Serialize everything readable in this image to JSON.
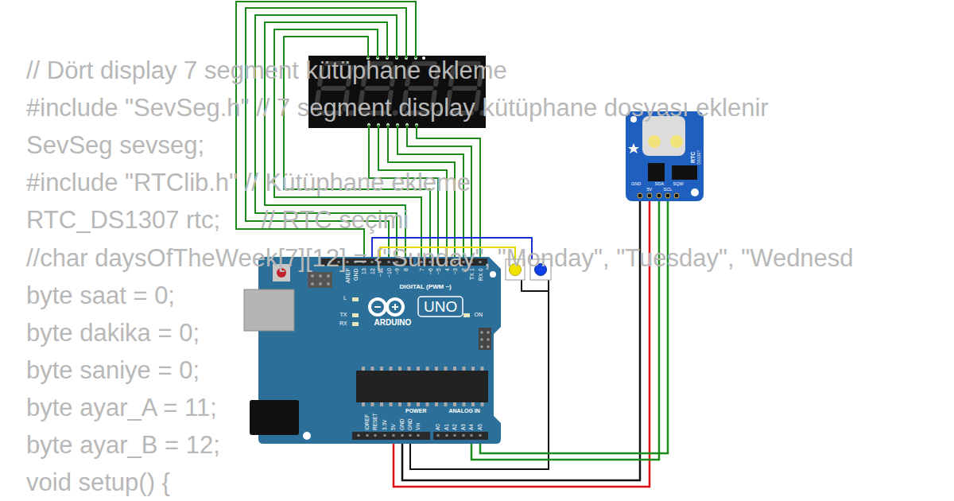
{
  "diagram": {
    "nodes": [
      {
        "text": [
          "AREF",
          "GND",
          "13",
          "12",
          "~11",
          "~10",
          "~9",
          "8",
          "7",
          "~6",
          "~5",
          "4",
          "~3",
          "2",
          "TX 1",
          "RX 0",
          "DIGITAL (PWM ~)",
          "L",
          "TX",
          "RX",
          "UNO",
          "ARDUINO",
          "ON",
          "IOREF",
          "RESET",
          "3.3V",
          "5V",
          "GND",
          "GND",
          "Vin",
          "POWER",
          "ANALOG IN",
          "A0",
          "A1",
          "A2",
          "A3",
          "A4",
          "A5"
        ]
      },
      {
        "text": [
          "RTC",
          "DS1307",
          "GND",
          "5V",
          "SDA",
          "SCL",
          "SQW"
        ]
      }
    ],
    "edges": [
      {
        "from": 1,
        "to": 0,
        "arrow": "none"
      },
      {
        "from": 1,
        "to": 0,
        "arrow": "none"
      },
      {
        "from": 1,
        "to": 0,
        "arrow": "none"
      },
      {
        "from": 1,
        "to": 0,
        "arrow": "none"
      }
    ],
    "labels": [
      "// Dört display 7 segment kütüphane ekleme",
      "#include \"SevSeg.h\" // 7 segment display kütüphane dosyası eklenir",
      "SevSeg sevseg;",
      "#include \"RTClib.h\" // Kütüphane ekleme",
      "RTC_DS1307 rtc;      // RTC seçimi",
      "//char daysOfTheWeek[7][12] = {\"Sunday\", \"Monday\", \"Tuesday\", \"Wednesd",
      "byte saat = 0;",
      "byte dakika = 0;",
      "byte saniye = 0;",
      "byte ayar_A = 11;",
      "byte ayar_B = 12;",
      "void setup() {"
    ]
  }
}
